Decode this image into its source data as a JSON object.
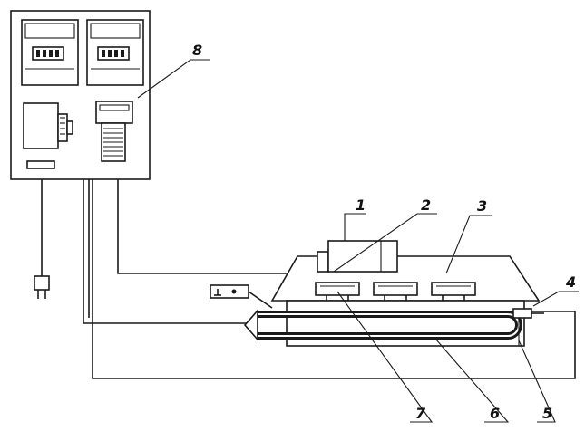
{
  "callouts": {
    "c1": "1",
    "c2": "2",
    "c3": "3",
    "c4": "4",
    "c5": "5",
    "c6": "6",
    "c7": "7",
    "c8": "8"
  },
  "colors": {
    "ink": "#1a1a1a",
    "paper": "#ffffff"
  }
}
